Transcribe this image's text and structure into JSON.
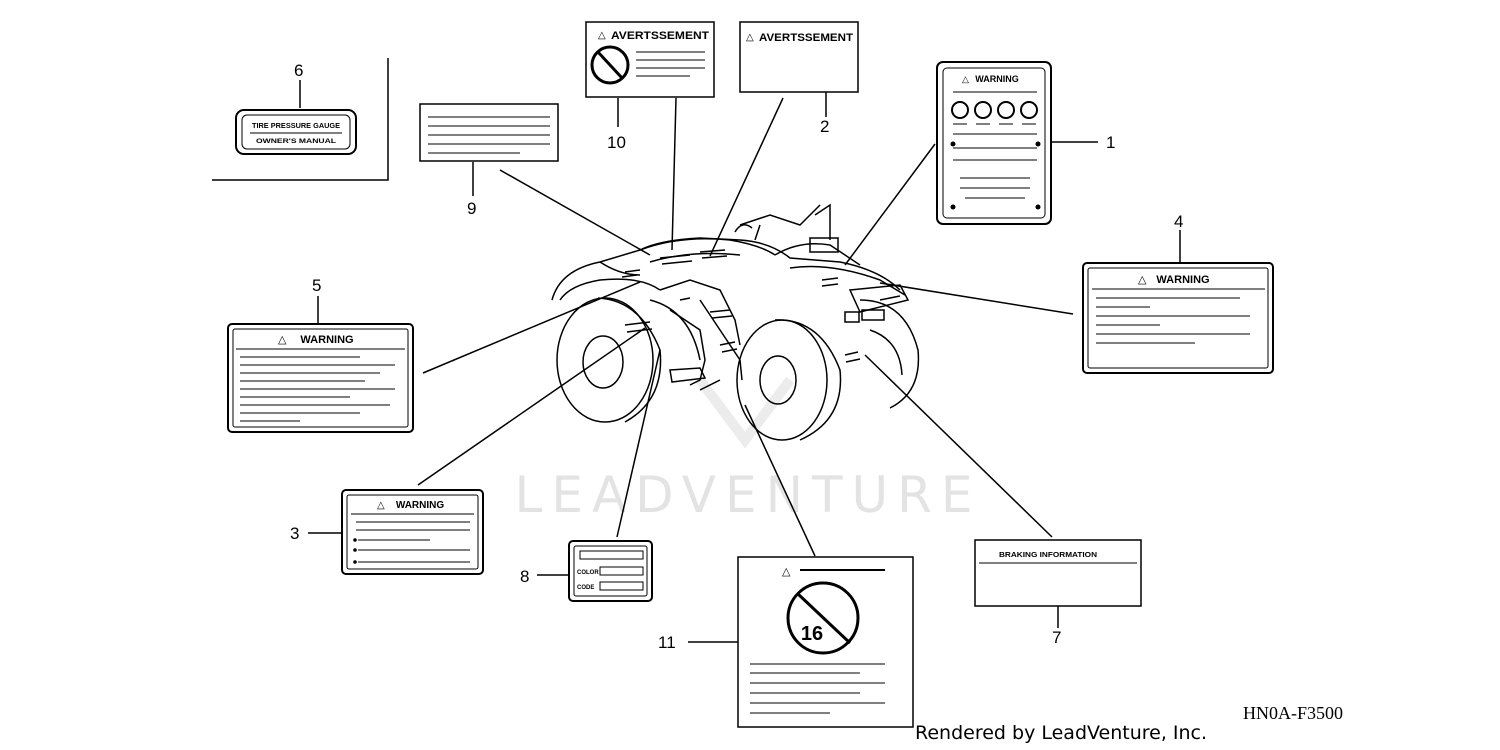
{
  "watermark": "LEADVENTURE",
  "footer": {
    "rendered_by": "Rendered by LeadVenture, Inc.",
    "diagram_code": "HN0A-F3500"
  },
  "labels": [
    {
      "num": "1",
      "title": "WARNING"
    },
    {
      "num": "2",
      "title": "AVERTSSEMENT"
    },
    {
      "num": "3",
      "title": "WARNING"
    },
    {
      "num": "4",
      "title": "WARNING"
    },
    {
      "num": "5",
      "title": "WARNING"
    },
    {
      "num": "6",
      "title": "TIRE PRESSURE GAUGE",
      "subtitle": "OWNER'S MANUAL"
    },
    {
      "num": "7",
      "title": "BRAKING INFORMATION"
    },
    {
      "num": "8",
      "title": "",
      "field1": "COLOR",
      "field2": "CODE"
    },
    {
      "num": "9",
      "title": ""
    },
    {
      "num": "10",
      "title": "AVERTSSEMENT"
    },
    {
      "num": "11",
      "title": "",
      "sign": "16"
    }
  ],
  "colors": {
    "line": "#000000",
    "watermark": "#e3e3e3"
  }
}
